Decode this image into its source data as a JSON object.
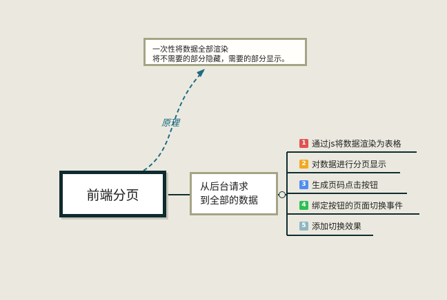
{
  "central": {
    "label": "前端分页"
  },
  "main_topic": {
    "lines": [
      "从后台请求",
      "到全部的数据"
    ]
  },
  "note": {
    "lines": [
      "一次性将数据全部渲染",
      "将不需要的部分隐藏，需要的部分显示。"
    ]
  },
  "relationship": {
    "label": "原理"
  },
  "subtopics": [
    {
      "number": "1",
      "label": "通过js将数据渲染为表格",
      "color": "#e05252"
    },
    {
      "number": "2",
      "label": "对数据进行分页显示",
      "color": "#f2a922"
    },
    {
      "number": "3",
      "label": "生成页码点击按钮",
      "color": "#4f8ef0"
    },
    {
      "number": "4",
      "label": "绑定按钮的页面切换事件",
      "color": "#2fbf54"
    },
    {
      "number": "5",
      "label": "添加切换效果",
      "color": "#8fb6c2"
    }
  ],
  "colors": {
    "background": "#ebe9df",
    "line": "#0e2b2e",
    "relationship": "#1e6b82",
    "border_light": "#a4a486"
  }
}
